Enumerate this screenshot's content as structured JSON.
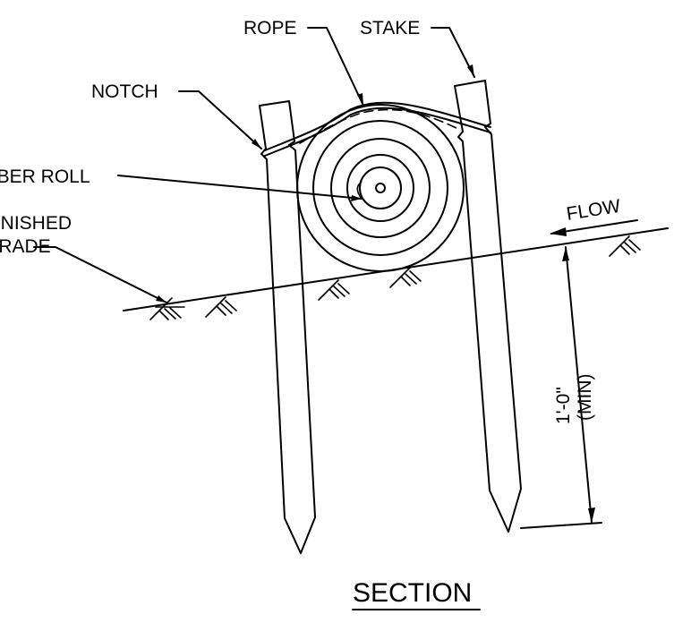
{
  "labels": {
    "rope": "ROPE",
    "stake": "STAKE",
    "notch": "NOTCH",
    "fiber_roll": "FIBER ROLL",
    "finished_grade_line1": "FINISHED",
    "finished_grade_line2": "GRADE",
    "flow": "FLOW",
    "dimension": "1'-0\"",
    "dimension_note": "(MIN)",
    "section_title": "SECTION"
  }
}
